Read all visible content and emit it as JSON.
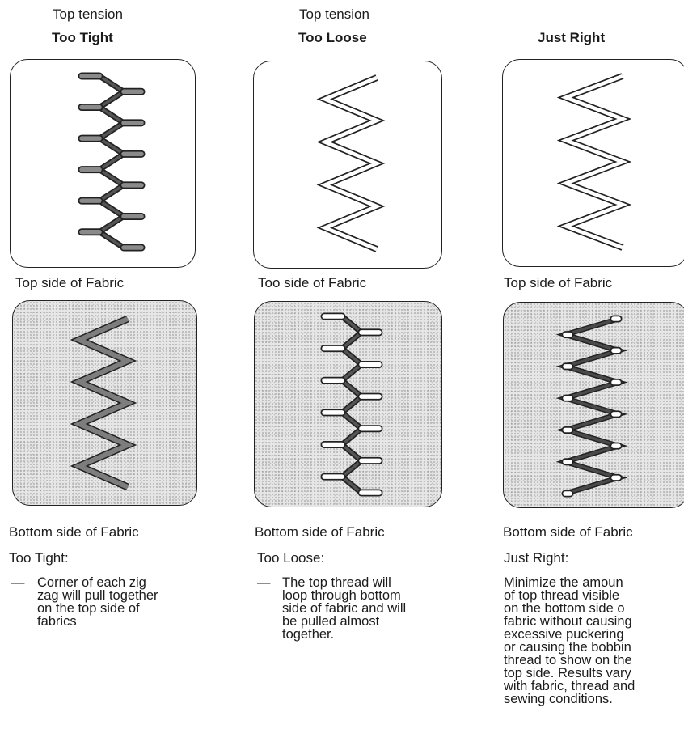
{
  "columns": [
    {
      "kicker": "Top tension",
      "heading": "Too Tight",
      "top_caption": "Top side of Fabric",
      "bottom_caption": "Bottom side of Fabric",
      "result_label": "Too Tight:",
      "desc_lines": [
        "Corner of each zig",
        "zag will pull together",
        "on the top side of",
        "fabrics"
      ]
    },
    {
      "kicker": "Top tension",
      "heading": "Too Loose",
      "top_caption": "Too side of Fabric",
      "bottom_caption": "Bottom side of Fabric",
      "result_label": "Too Loose:",
      "desc_lines": [
        "The top thread will",
        "loop through bottom",
        "side of fabric and will",
        "be pulled almost",
        "together."
      ]
    },
    {
      "heading": "Just Right",
      "top_caption": "Top side of Fabric",
      "bottom_caption": "Bottom side of Fabric",
      "result_label": "Just Right:",
      "desc_lines": [
        "Minimize the amoun",
        "of top thread visible",
        "on the bottom side o",
        "fabric without causing",
        "excessive puckering",
        "or causing the bobbin",
        "thread to show on the",
        "top side. Results vary",
        "with fabric, thread and",
        "sewing conditions."
      ]
    }
  ],
  "dash_mark": "—",
  "icons": [
    "zigzag-stitch-icon"
  ]
}
